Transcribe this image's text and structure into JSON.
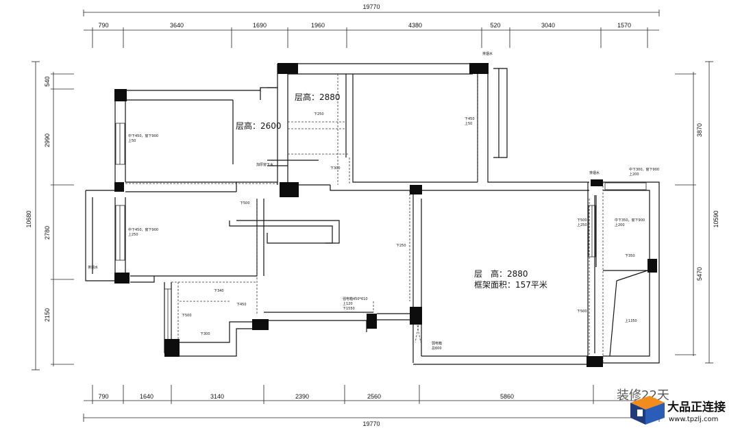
{
  "dimensions": {
    "top_total": "19770",
    "top_segments": [
      "790",
      "3640",
      "1690",
      "1960",
      "4380",
      "520",
      "3040",
      "1570"
    ],
    "bottom_segments": [
      "790",
      "1640",
      "3140",
      "2390",
      "2560",
      "5860"
    ],
    "bottom_total": "19770",
    "left_total": "10680",
    "left_segments": [
      "540",
      "2990",
      "2780",
      "2150"
    ],
    "right_total": "10590",
    "right_segments": [
      "3870",
      "5470"
    ]
  },
  "rooms": {
    "height_2880_top": "层高：2880",
    "height_2600": "层高：2600",
    "main_height": "层　高：2880",
    "frame_area": "框架面积：157平米"
  },
  "notes": {
    "n1": "中下450，窗下900",
    "n2": "上50",
    "n3": "下250",
    "n4": "下300",
    "n5": "下450",
    "n6": "上50",
    "n7": "加厚窗下水",
    "n8": "排烟水",
    "n9": "下500",
    "n10": "中下450，窗下900",
    "n11": "上250",
    "n12": "排烟水",
    "n13": "下340",
    "n14": "下450",
    "n15": "下500",
    "n16": "下300",
    "n17": "下250",
    "n18": "强电箱450*610",
    "n19": "上120",
    "n20": "下1550",
    "n21": "排烟水",
    "n22": "中下300，窗下900",
    "n23": "上200",
    "n24": "下500",
    "n25": "上250",
    "n26": "中下350，窗下900",
    "n27": "上200",
    "n28": "下350",
    "n29": "下500",
    "n30": "上1350",
    "n31": "弱电箱",
    "n32": "总600"
  },
  "watermark": {
    "partial_text": "装修22天",
    "brand": "大品正连接",
    "url": "www.tpzlj.com"
  }
}
